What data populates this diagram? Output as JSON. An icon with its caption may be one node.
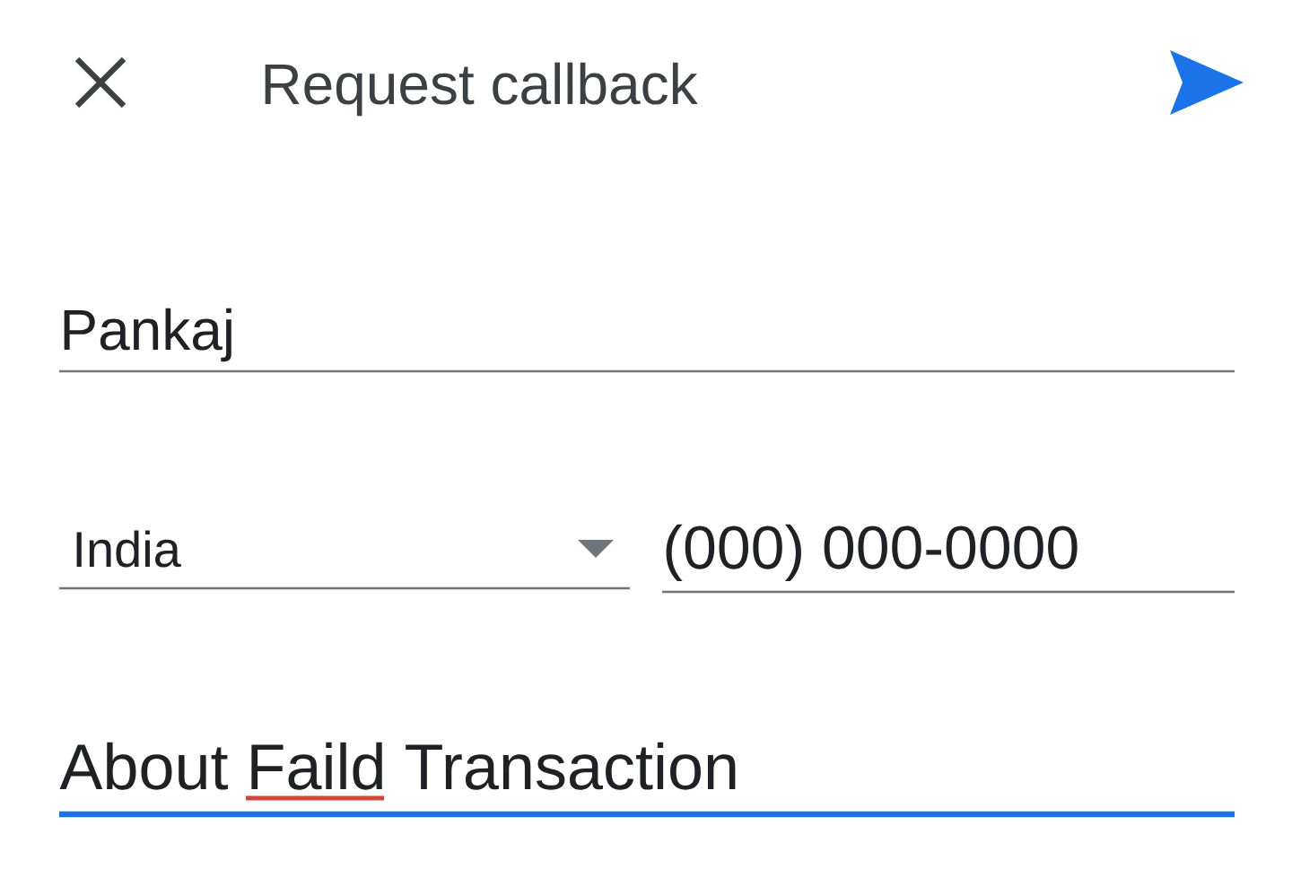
{
  "diagram": {
    "title": "Request callback",
    "labels": [
      "Pankaj",
      "India",
      "(000) 000-0000",
      "About Faild Transaction"
    ]
  }
}
